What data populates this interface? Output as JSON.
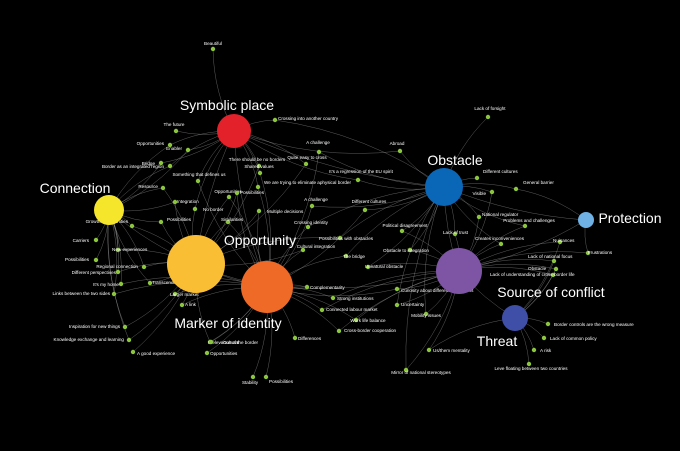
{
  "colors": {
    "background": "#000000",
    "edge": "#bfbfbf",
    "leaf_node": "#8cc63f",
    "label": "#ffffff"
  },
  "hubs": [
    {
      "id": "symbolic",
      "label": "Symbolic place",
      "color": "#e3212a"
    },
    {
      "id": "connection",
      "label": "Connection",
      "color": "#f6e62b"
    },
    {
      "id": "opportunity",
      "label": "Opportunity",
      "color": "#f9be33"
    },
    {
      "id": "marker",
      "label": "Marker of identity",
      "color": "#ef6a26"
    },
    {
      "id": "obstacle",
      "label": "Obstacle",
      "color": "#0a66b7"
    },
    {
      "id": "source",
      "label": "Source of conflict",
      "color": "#7e55a4"
    },
    {
      "id": "threat",
      "label": "Threat",
      "color": "#3f4fa8"
    },
    {
      "id": "protection",
      "label": "Protection",
      "color": "#6fb1e4"
    }
  ],
  "leaves": [
    {
      "label": "Beautiful",
      "links": [
        "symbolic"
      ]
    },
    {
      "label": "Crossing into another country",
      "links": [
        "symbolic",
        "obstacle"
      ]
    },
    {
      "label": "The future",
      "links": [
        "symbolic"
      ]
    },
    {
      "label": "Opportunities",
      "links": [
        "connection",
        "symbolic"
      ]
    },
    {
      "label": "Enabler",
      "links": [
        "symbolic",
        "connection"
      ]
    },
    {
      "label": "Bridge",
      "links": [
        "symbolic",
        "connection"
      ]
    },
    {
      "label": "Border as an integrated region",
      "links": [
        "connection",
        "symbolic"
      ]
    },
    {
      "label": "A challenge",
      "links": [
        "obstacle",
        "marker"
      ]
    },
    {
      "label": "Abroad",
      "links": [
        "obstacle",
        "symbolic"
      ]
    },
    {
      "label": "Lack of forsight",
      "links": [
        "obstacle"
      ]
    },
    {
      "label": "Quite easy to cross",
      "links": [
        "symbolic",
        "opportunity"
      ]
    },
    {
      "label": "There should be no borders",
      "links": [
        "symbolic",
        "opportunity"
      ]
    },
    {
      "label": "Shared values",
      "links": [
        "symbolic",
        "marker"
      ]
    },
    {
      "label": "It's a regression of the EU spirit",
      "links": [
        "obstacle",
        "symbolic"
      ]
    },
    {
      "label": "Something that defines us",
      "links": [
        "marker",
        "symbolic"
      ]
    },
    {
      "label": "Resource",
      "links": [
        "connection",
        "opportunity"
      ]
    },
    {
      "label": "We are trying to eliminate aphysical border",
      "links": [
        "symbolic",
        "marker"
      ]
    },
    {
      "label": "Different cultures",
      "links": [
        "obstacle"
      ]
    },
    {
      "label": "Visible",
      "links": [
        "obstacle",
        "source"
      ]
    },
    {
      "label": "General barrier",
      "links": [
        "obstacle",
        "protection"
      ]
    },
    {
      "label": "Integration",
      "links": [
        "opportunity",
        "connection"
      ]
    },
    {
      "label": "Opportunities",
      "links": [
        "opportunity",
        "marker"
      ]
    },
    {
      "label": "No border",
      "links": [
        "opportunity",
        "symbolic"
      ]
    },
    {
      "label": "Multiple decisions",
      "links": [
        "marker",
        "opportunity"
      ]
    },
    {
      "label": "A challenge",
      "links": [
        "obstacle",
        "marker"
      ]
    },
    {
      "label": "Different cultures",
      "links": [
        "obstacle",
        "marker"
      ]
    },
    {
      "label": "National regulator",
      "links": [
        "obstacle",
        "source"
      ]
    },
    {
      "label": "Problems and challenges",
      "links": [
        "source",
        "obstacle"
      ]
    },
    {
      "label": "Growth opportunities",
      "links": [
        "connection",
        "opportunity"
      ]
    },
    {
      "label": "Possibilities",
      "links": [
        "opportunity",
        "connection"
      ]
    },
    {
      "label": "Similarities",
      "links": [
        "opportunity",
        "marker"
      ]
    },
    {
      "label": "Possibilities",
      "links": [
        "marker",
        "opportunity"
      ]
    },
    {
      "label": "Crossing identity",
      "links": [
        "marker",
        "obstacle"
      ]
    },
    {
      "label": "Political disagreement",
      "links": [
        "obstacle",
        "source"
      ]
    },
    {
      "label": "Lack of trust",
      "links": [
        "obstacle",
        "source"
      ]
    },
    {
      "label": "Creates inconveniences",
      "links": [
        "source",
        "obstacle"
      ]
    },
    {
      "label": "Nuisances",
      "links": [
        "source",
        "threat"
      ]
    },
    {
      "label": "Carriers",
      "links": [
        "connection"
      ]
    },
    {
      "label": "Possibilities with obstacles",
      "links": [
        "opportunity",
        "obstacle"
      ]
    },
    {
      "label": "Cultural integration",
      "links": [
        "marker",
        "opportunity"
      ]
    },
    {
      "label": "Lack of national focus",
      "links": [
        "source",
        "threat"
      ]
    },
    {
      "label": "Frustrations",
      "links": [
        "source",
        "protection"
      ]
    },
    {
      "label": "New experiences",
      "links": [
        "connection",
        "opportunity"
      ]
    },
    {
      "label": "Possibilities",
      "links": [
        "connection"
      ]
    },
    {
      "label": "Obstacle to integration",
      "links": [
        "obstacle",
        "source"
      ]
    },
    {
      "label": "The bridge",
      "links": [
        "marker",
        "obstacle"
      ]
    },
    {
      "label": "Obstacle",
      "links": [
        "source",
        "threat"
      ]
    },
    {
      "label": "Lack of understanding of cross-border life",
      "links": [
        "source",
        "threat"
      ]
    },
    {
      "label": "Regional connection",
      "links": [
        "connection",
        "opportunity"
      ]
    },
    {
      "label": "Unnatural obstacle",
      "links": [
        "obstacle",
        "source"
      ]
    },
    {
      "label": "Different perspectives",
      "links": [
        "connection",
        "opportunity"
      ]
    },
    {
      "label": "It's my home",
      "links": [
        "connection",
        "marker"
      ]
    },
    {
      "label": "Transcending",
      "links": [
        "opportunity",
        "connection"
      ]
    },
    {
      "label": "Complementarity",
      "links": [
        "marker",
        "opportunity"
      ]
    },
    {
      "label": "Curiosity about different legislations",
      "links": [
        "source",
        "marker"
      ]
    },
    {
      "label": "Links between the two sides",
      "links": [
        "connection",
        "marker"
      ]
    },
    {
      "label": "Larger market",
      "links": [
        "opportunity",
        "marker"
      ]
    },
    {
      "label": "Strong institutions",
      "links": [
        "marker",
        "source"
      ]
    },
    {
      "label": "A link",
      "links": [
        "opportunity",
        "marker"
      ]
    },
    {
      "label": "Connected labour market",
      "links": [
        "marker",
        "source"
      ]
    },
    {
      "label": "Mobility issues",
      "links": [
        "source",
        "obstacle"
      ]
    },
    {
      "label": "Uncertainty",
      "links": [
        "source",
        "obstacle"
      ]
    },
    {
      "label": "Work life balance",
      "links": [
        "marker",
        "source"
      ]
    },
    {
      "label": "Border controls are the wrong measure",
      "links": [
        "threat"
      ]
    },
    {
      "label": "Inspiration for new things",
      "links": [
        "opportunity",
        "connection"
      ]
    },
    {
      "label": "Cross-border cooperation",
      "links": [
        "marker",
        "source"
      ]
    },
    {
      "label": "Differences",
      "links": [
        "marker"
      ]
    },
    {
      "label": "Knowledge exchange and learning",
      "links": [
        "opportunity",
        "connection"
      ]
    },
    {
      "label": "Irrelevance of the border",
      "links": [
        "marker",
        "opportunity"
      ]
    },
    {
      "label": "Cultural",
      "links": [
        "marker"
      ]
    },
    {
      "label": "Lack of common policy",
      "links": [
        "threat"
      ]
    },
    {
      "label": "A risk",
      "links": [
        "threat"
      ]
    },
    {
      "label": "A good experience",
      "links": [
        "opportunity"
      ]
    },
    {
      "label": "Opportunities",
      "links": [
        "marker"
      ]
    },
    {
      "label": "Us/them mentality",
      "links": [
        "source",
        "threat"
      ]
    },
    {
      "label": "Leve floating between two countries",
      "links": [
        "threat"
      ]
    },
    {
      "label": "Mirror of national stereotypes",
      "links": [
        "source",
        "obstacle"
      ]
    },
    {
      "label": "Stability",
      "links": [
        "marker"
      ]
    },
    {
      "label": "Possibilities",
      "links": [
        "marker"
      ]
    }
  ]
}
